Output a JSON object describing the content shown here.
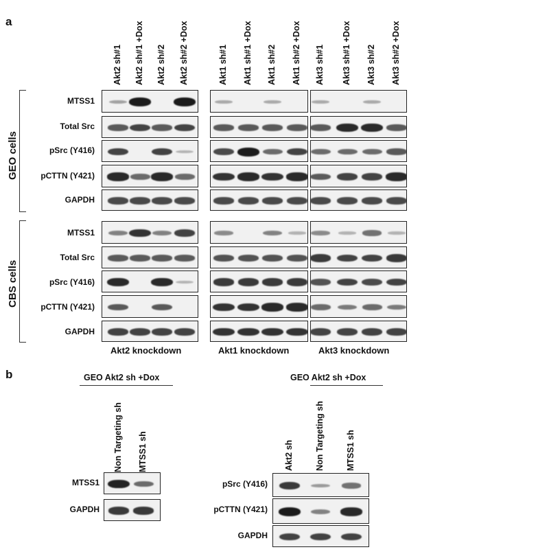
{
  "panel_a": {
    "letter": "a",
    "akt2_lanes": [
      "Akt2 sh#1",
      "Akt2 sh#1 +Dox",
      "Akt2 sh#2",
      "Akt2 sh#2 +Dox"
    ],
    "akt1_lanes": [
      "Akt1 sh#1",
      "Akt1 sh#1 +Dox",
      "Akt1 sh#2",
      "Akt1 sh#2 +Dox"
    ],
    "akt3_lanes": [
      "Akt3 sh#1",
      "Akt3 sh#1 +Dox",
      "Akt3 sh#2",
      "Akt3 sh#2 +Dox"
    ],
    "geo_side_label": "GEO cells",
    "cbs_side_label": "CBS cells",
    "geo_rows": [
      "MTSS1",
      "Total Src",
      "pSrc (Y416)",
      "pCTTN (Y421)",
      "GAPDH"
    ],
    "cbs_rows": [
      "MTSS1",
      "Total Src",
      "pSrc (Y416)",
      "pCTTN (Y421)",
      "GAPDH"
    ],
    "groups": [
      "Akt2 knockdown",
      "Akt1 knockdown",
      "Akt3 knockdown"
    ]
  },
  "panel_b": {
    "letter": "b",
    "left_header": "GEO Akt2 sh +Dox",
    "left_lanes": [
      "Non Targeting sh",
      "MTSS1 sh"
    ],
    "left_rows": [
      "MTSS1",
      "GAPDH"
    ],
    "right_header": "GEO Akt2 sh +Dox",
    "right_lanes": [
      "Akt2 sh",
      "Non Targeting sh",
      "MTSS1 sh"
    ],
    "right_rows": [
      "pSrc (Y416)",
      "pCTTN (Y421)",
      "GAPDH"
    ]
  },
  "colors": {
    "band": "#1b1b1b",
    "blot_bg": "#f1f1f1",
    "border": "#222222"
  },
  "band_intensity": {
    "geo": {
      "akt2": [
        [
          0.15,
          1.0,
          0.0,
          1.0
        ],
        [
          0.6,
          0.75,
          0.6,
          0.75
        ],
        [
          0.75,
          0.0,
          0.75,
          0.05
        ],
        [
          0.9,
          0.5,
          0.9,
          0.5
        ],
        [
          0.7,
          0.7,
          0.7,
          0.7
        ]
      ],
      "akt1": [
        [
          0.1,
          0.0,
          0.1,
          0.0
        ],
        [
          0.6,
          0.6,
          0.6,
          0.6
        ],
        [
          0.7,
          1.0,
          0.5,
          0.75
        ],
        [
          0.85,
          0.9,
          0.85,
          0.9
        ],
        [
          0.7,
          0.7,
          0.7,
          0.7
        ]
      ],
      "akt3": [
        [
          0.1,
          0.0,
          0.1,
          0.0
        ],
        [
          0.6,
          0.9,
          0.9,
          0.6
        ],
        [
          0.5,
          0.5,
          0.5,
          0.6
        ],
        [
          0.6,
          0.75,
          0.75,
          0.9
        ],
        [
          0.7,
          0.7,
          0.7,
          0.7
        ]
      ]
    },
    "cbs": {
      "akt2": [
        [
          0.35,
          0.85,
          0.35,
          0.75
        ],
        [
          0.6,
          0.6,
          0.6,
          0.6
        ],
        [
          0.9,
          0.0,
          0.9,
          0.05
        ],
        [
          0.6,
          0.0,
          0.6,
          0.0
        ],
        [
          0.75,
          0.75,
          0.75,
          0.75
        ]
      ],
      "akt1": [
        [
          0.3,
          0.0,
          0.35,
          0.05
        ],
        [
          0.65,
          0.65,
          0.65,
          0.65
        ],
        [
          0.8,
          0.8,
          0.8,
          0.8
        ],
        [
          0.85,
          0.85,
          0.9,
          0.9
        ],
        [
          0.85,
          0.85,
          0.85,
          0.85
        ]
      ],
      "akt3": [
        [
          0.3,
          0.05,
          0.45,
          0.05
        ],
        [
          0.8,
          0.75,
          0.75,
          0.8
        ],
        [
          0.65,
          0.75,
          0.7,
          0.75
        ],
        [
          0.5,
          0.4,
          0.5,
          0.4
        ],
        [
          0.75,
          0.75,
          0.75,
          0.75
        ]
      ]
    },
    "b_left": [
      [
        0.95,
        0.5
      ],
      [
        0.8,
        0.8
      ]
    ],
    "b_right": [
      [
        0.8,
        0.2,
        0.45
      ],
      [
        1.0,
        0.35,
        0.9
      ],
      [
        0.75,
        0.75,
        0.75
      ]
    ]
  }
}
